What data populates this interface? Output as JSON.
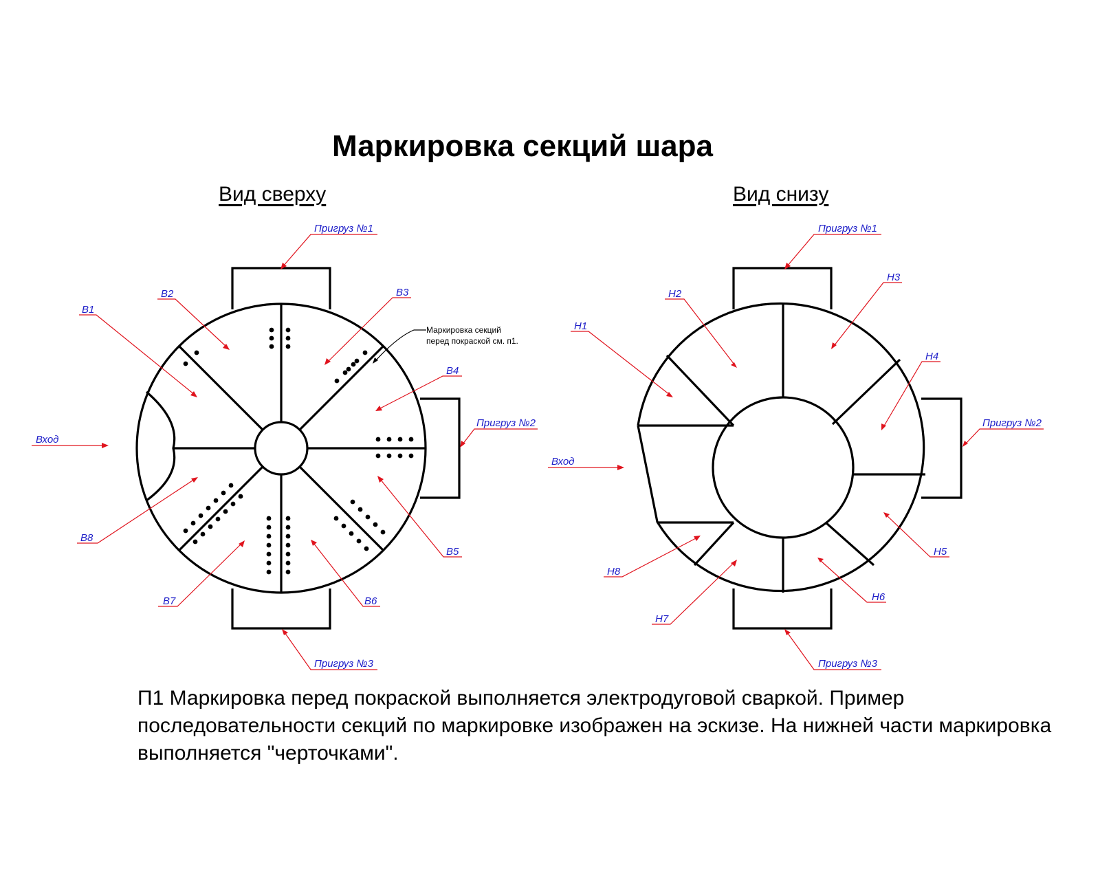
{
  "title": "Маркировка секций шара",
  "views": {
    "top": {
      "title": "Вид сверху",
      "entrance": "Вход",
      "weights": [
        "Пригруз №1",
        "Пригруз №2",
        "Пригруз №3"
      ],
      "sections": [
        "B1",
        "B2",
        "B3",
        "B4",
        "B5",
        "B6",
        "B7",
        "B8"
      ],
      "note": [
        "Маркировка секций",
        "перед покраской см. п1."
      ]
    },
    "bottom": {
      "title": "Вид снизу",
      "entrance": "Вход",
      "weights": [
        "Пригруз №1",
        "Пригруз №2",
        "Пригруз №3"
      ],
      "sections": [
        "H1",
        "H2",
        "H3",
        "H4",
        "H5",
        "H6",
        "H7",
        "H8"
      ]
    }
  },
  "footnote": "П1 Маркировка перед покраской выполняется электродуговой сваркой. Пример последовательности секций по маркировке изображен на эскизе. На нижней части маркировка выполняется \"черточками\"."
}
